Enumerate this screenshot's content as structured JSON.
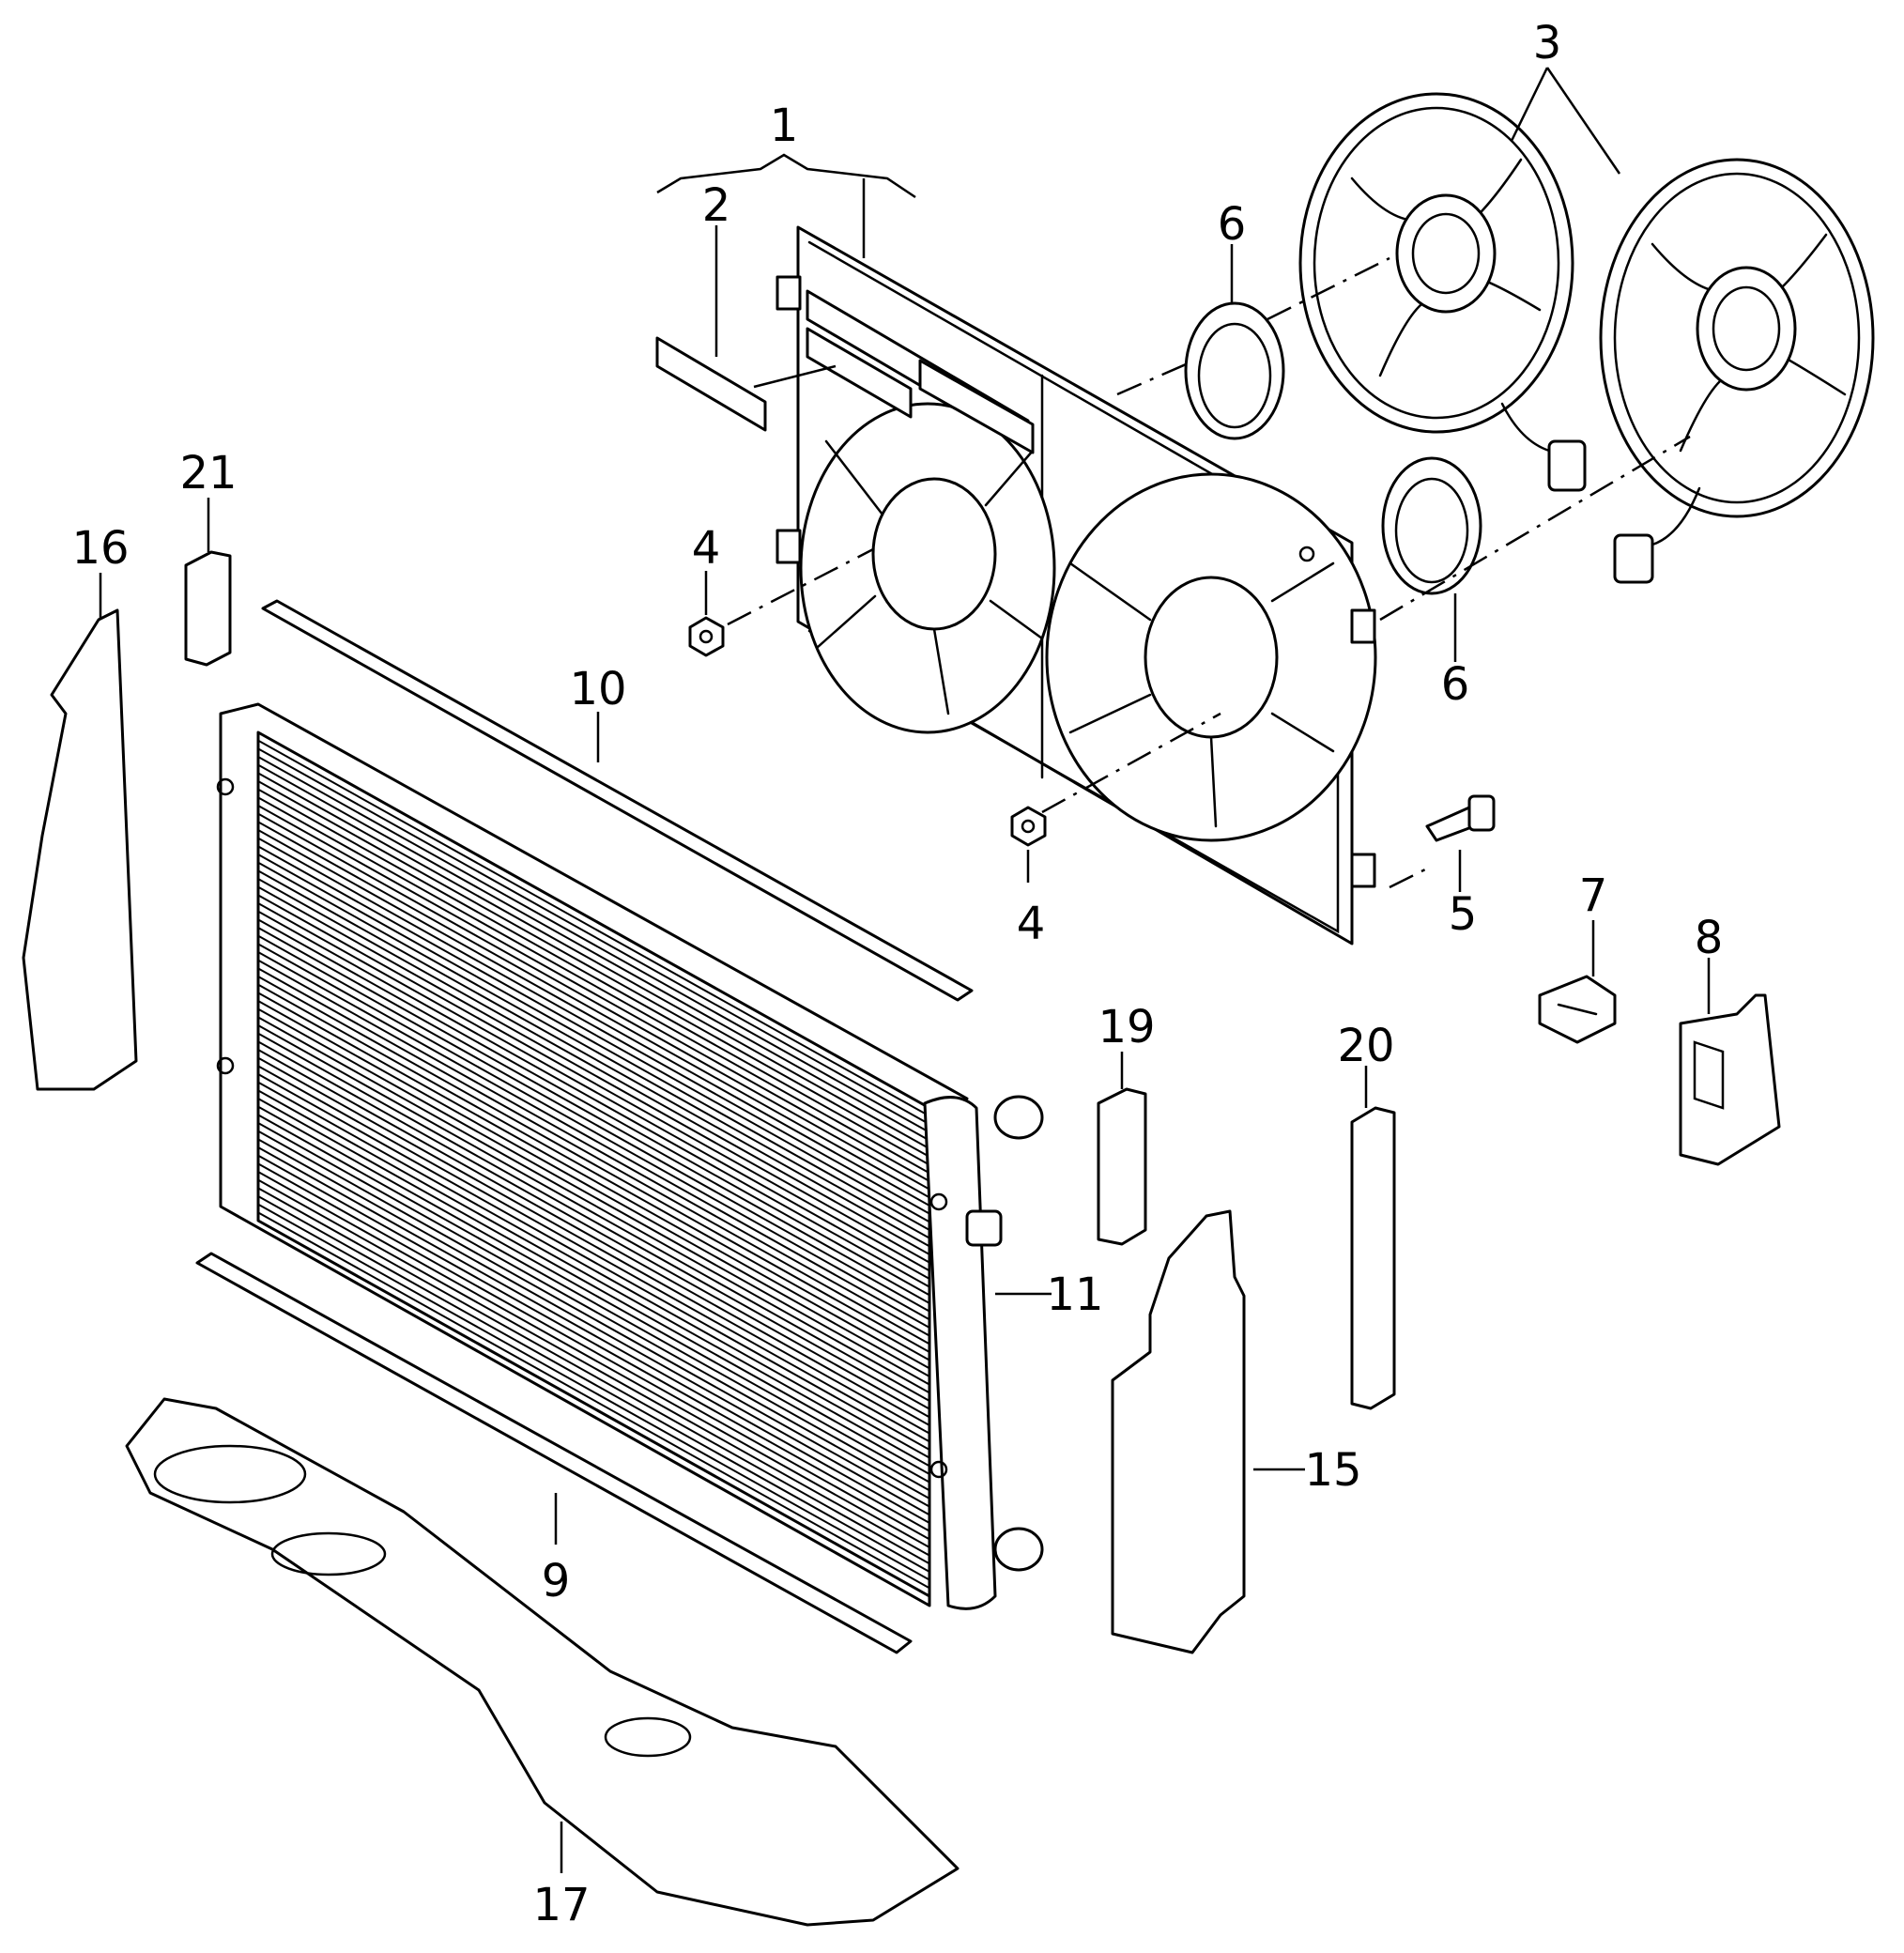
{
  "callouts": [
    {
      "id": "1",
      "text": "1"
    },
    {
      "id": "2",
      "text": "2"
    },
    {
      "id": "3",
      "text": "3"
    },
    {
      "id": "4a",
      "text": "4"
    },
    {
      "id": "4b",
      "text": "4"
    },
    {
      "id": "5",
      "text": "5"
    },
    {
      "id": "6a",
      "text": "6"
    },
    {
      "id": "6b",
      "text": "6"
    },
    {
      "id": "7",
      "text": "7"
    },
    {
      "id": "8",
      "text": "8"
    },
    {
      "id": "9",
      "text": "9"
    },
    {
      "id": "10",
      "text": "10"
    },
    {
      "id": "11",
      "text": "11"
    },
    {
      "id": "15",
      "text": "15"
    },
    {
      "id": "16",
      "text": "16"
    },
    {
      "id": "17",
      "text": "17"
    },
    {
      "id": "19",
      "text": "19"
    },
    {
      "id": "20",
      "text": "20"
    },
    {
      "id": "21",
      "text": "21"
    }
  ]
}
